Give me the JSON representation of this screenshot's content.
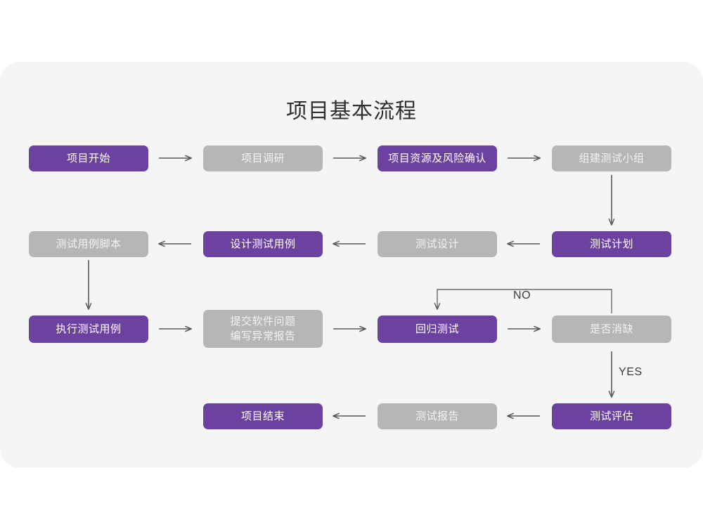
{
  "page": {
    "title": "项目基本流程",
    "panel_color": "#f5f5f5",
    "background_color": "#ffffff"
  },
  "legend_colors": {
    "accent_purple": "#6b42a0",
    "muted_gray": "#b6b6b6",
    "connector": "#5a5a5a",
    "title_text": "#2f2f2f"
  },
  "chart_data": {
    "type": "diagram",
    "title": "项目基本流程",
    "nodes": [
      {
        "id": "n1",
        "label": "项目开始",
        "style": "purple",
        "row": 1,
        "col": 1
      },
      {
        "id": "n2",
        "label": "项目调研",
        "style": "gray",
        "row": 1,
        "col": 2
      },
      {
        "id": "n3",
        "label": "项目资源及风险确认",
        "style": "purple",
        "row": 1,
        "col": 3
      },
      {
        "id": "n4",
        "label": "组建测试小组",
        "style": "gray",
        "row": 1,
        "col": 4
      },
      {
        "id": "n5",
        "label": "测试计划",
        "style": "purple",
        "row": 2,
        "col": 4
      },
      {
        "id": "n6",
        "label": "测试设计",
        "style": "gray",
        "row": 2,
        "col": 3
      },
      {
        "id": "n7",
        "label": "设计测试用例",
        "style": "purple",
        "row": 2,
        "col": 2
      },
      {
        "id": "n8",
        "label": "测试用例脚本",
        "style": "gray",
        "row": 2,
        "col": 1
      },
      {
        "id": "n9",
        "label": "执行测试用例",
        "style": "purple",
        "row": 3,
        "col": 1
      },
      {
        "id": "n10",
        "label": "提交软件问题\n编写异常报告",
        "style": "gray",
        "row": 3,
        "col": 2
      },
      {
        "id": "n11",
        "label": "回归测试",
        "style": "purple",
        "row": 3,
        "col": 3
      },
      {
        "id": "n12",
        "label": "是否消缺",
        "style": "gray",
        "row": 3,
        "col": 4
      },
      {
        "id": "n13",
        "label": "测试评估",
        "style": "purple",
        "row": 4,
        "col": 4
      },
      {
        "id": "n14",
        "label": "测试报告",
        "style": "gray",
        "row": 4,
        "col": 3
      },
      {
        "id": "n15",
        "label": "项目结束",
        "style": "purple",
        "row": 4,
        "col": 2
      }
    ],
    "edges": [
      {
        "from": "n1",
        "to": "n2",
        "label": "",
        "direction": "right"
      },
      {
        "from": "n2",
        "to": "n3",
        "label": "",
        "direction": "right"
      },
      {
        "from": "n3",
        "to": "n4",
        "label": "",
        "direction": "right"
      },
      {
        "from": "n4",
        "to": "n5",
        "label": "",
        "direction": "down"
      },
      {
        "from": "n5",
        "to": "n6",
        "label": "",
        "direction": "left"
      },
      {
        "from": "n6",
        "to": "n7",
        "label": "",
        "direction": "left"
      },
      {
        "from": "n7",
        "to": "n8",
        "label": "",
        "direction": "left"
      },
      {
        "from": "n8",
        "to": "n9",
        "label": "",
        "direction": "down"
      },
      {
        "from": "n9",
        "to": "n10",
        "label": "",
        "direction": "right"
      },
      {
        "from": "n10",
        "to": "n11",
        "label": "",
        "direction": "right"
      },
      {
        "from": "n11",
        "to": "n12",
        "label": "",
        "direction": "right"
      },
      {
        "from": "n12",
        "to": "n11",
        "label": "NO",
        "direction": "loop-up-left"
      },
      {
        "from": "n12",
        "to": "n13",
        "label": "YES",
        "direction": "down"
      },
      {
        "from": "n13",
        "to": "n14",
        "label": "",
        "direction": "left"
      },
      {
        "from": "n14",
        "to": "n15",
        "label": "",
        "direction": "left"
      }
    ],
    "edge_labels": {
      "no": "NO",
      "yes": "YES"
    }
  }
}
